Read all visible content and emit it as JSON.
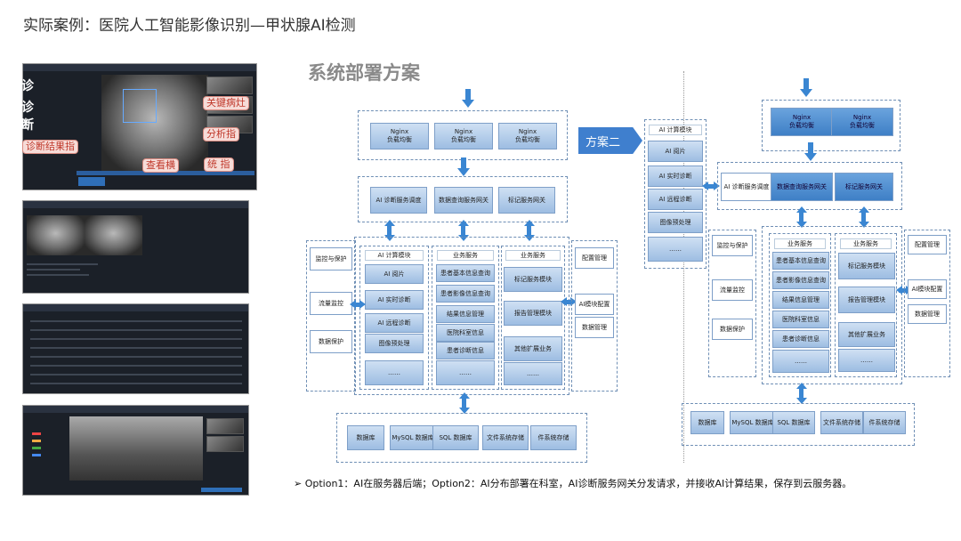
{
  "title": "实际案例：医院人工智能影像识别—甲状腺AI检测",
  "subtitle": "系统部署方案",
  "plan2_label": "方案二",
  "footnote": "Option1：AI在服务器后端；Option2：AI分布部署在科室，AI诊断服务网关分发请求，并接收AI计算结果，保存到云服务器。",
  "footnote_bullet": "➢",
  "screenshot_labels": {
    "key_lesion": "关键病灶",
    "analysis": "分析指",
    "diag_result": "诊断结果指",
    "view": "查看横",
    "stats": "统 指",
    "ghost_1": "诊",
    "ghost_2": "诊",
    "ghost_3": "断"
  },
  "option1": {
    "nginx": [
      "Nginx\n负载均衡",
      "Nginx\n负载均衡",
      "Nginx\n负载均衡"
    ],
    "gateway": [
      "AI 诊断服务调度",
      "数据查询服务网关",
      "标记服务网关"
    ],
    "left_col": [
      "监控与保护",
      "流量监控",
      "数据保护"
    ],
    "ai_header": "AI 计算模块",
    "ai_items": [
      "AI 阅片",
      "AI 实时诊断",
      "AI 远程诊断",
      "图像预处理",
      "……"
    ],
    "biz_header": "业务服务",
    "biz_items": [
      "患者基本信息查询",
      "患者影像信息查询",
      "结果信息管理",
      "医院科室信息",
      "患者诊断信息",
      "……"
    ],
    "biz2_header": "业务服务",
    "biz2_items": [
      "标记服务模块",
      "报告管理模块",
      "其他扩展业务",
      "……"
    ],
    "right_col": [
      "配置管理",
      "AI模块配置",
      "数据管理"
    ],
    "storage": [
      "数据库",
      "MySQL 数据库",
      "SQL 数据库",
      "文件系统存储",
      "件系统存储"
    ]
  },
  "option2": {
    "nginx": [
      "Nginx\n负载均衡",
      "Nginx\n负载均衡"
    ],
    "ai_header": "AI 计算模块",
    "ai_items": [
      "AI 阅片",
      "AI 实时诊断",
      "AI 远程诊断",
      "图像预处理",
      "……"
    ],
    "gateway": [
      "AI 诊断服务调度",
      "数据查询服务网关",
      "标记服务网关"
    ],
    "left_col": [
      "监控与保护",
      "流量监控",
      "数据保护"
    ],
    "biz_header": "业务服务",
    "biz_items": [
      "患者基本信息查询",
      "患者影像信息查询",
      "结果信息管理",
      "医院科室信息",
      "患者诊断信息",
      "……"
    ],
    "biz2_header": "业务服务",
    "biz2_items": [
      "标记服务模块",
      "报告管理模块",
      "其他扩展业务",
      "……"
    ],
    "right_col": [
      "配置管理",
      "AI模块配置",
      "数据管理"
    ],
    "storage": [
      "数据库",
      "MySQL 数据库",
      "SQL 数据库",
      "文件系统存储",
      "件系统存储"
    ]
  },
  "colors": {
    "arrow": "#3a86d2",
    "box_top": "#cfe0f3",
    "box_bottom": "#9dbde2",
    "dashed": "#6f8fb5",
    "plan2": "#3f7fce"
  }
}
